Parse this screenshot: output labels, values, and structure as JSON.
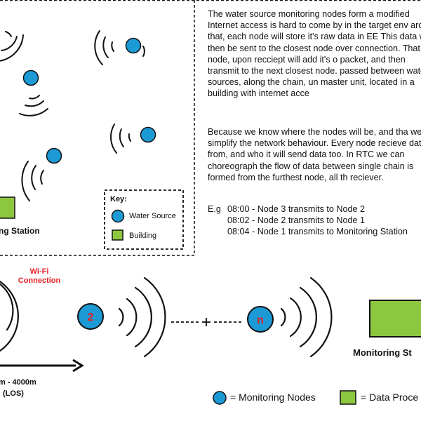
{
  "description_text": {
    "paragraph1": "The water source monitoring nodes form a modified Internet access is hard to come by in the target env around that, each node will store it's raw data in EE This data will then be sent to the closest node over connection. That node, upon recciept will add it's o packet, and then transmit to the next closest node. passed between water sources, along the chain, un master unit, located in a building with internet acce",
    "paragraph2": "Because we know where the nodes will be, and tha we can simplify the network behaviour. Every node recieve data from, and who it will send data too. In RTC we can choreograph the flow of data between single chain is formed from the furthest node, all th reciever.",
    "example_prefix": "E.g",
    "example_lines": [
      "08:00 - Node 3 transmits to Node 2",
      "08:02 - Node 2 transmits to Node 1",
      "08:04 - Node 1 transmits to Monitoring Station"
    ]
  },
  "map_panel": {
    "station_label": "ng Station",
    "key": {
      "title": "Key:",
      "items": [
        {
          "label": "Water Source",
          "color": "#1c9ad6"
        },
        {
          "label": "Building",
          "color": "#8dc63f"
        }
      ]
    }
  },
  "chain_diagram": {
    "wifi_label_line1": "Wi-Fi",
    "wifi_label_line2": "Connection",
    "node_labels": [
      "2",
      "n"
    ],
    "connector": "------- + -------",
    "range_line1": "m - 4000m",
    "range_line2": "(LOS)",
    "station_label": "Monitoring St"
  },
  "legend": {
    "nodes_label": "= Monitoring Nodes",
    "processing_label": "= Data Proce"
  },
  "colors": {
    "node_blue": "#1c9ad6",
    "building_green": "#8dc63f",
    "wifi_red": "#e51e25",
    "node_number_red": "#e51e25",
    "ink": "#111111"
  }
}
